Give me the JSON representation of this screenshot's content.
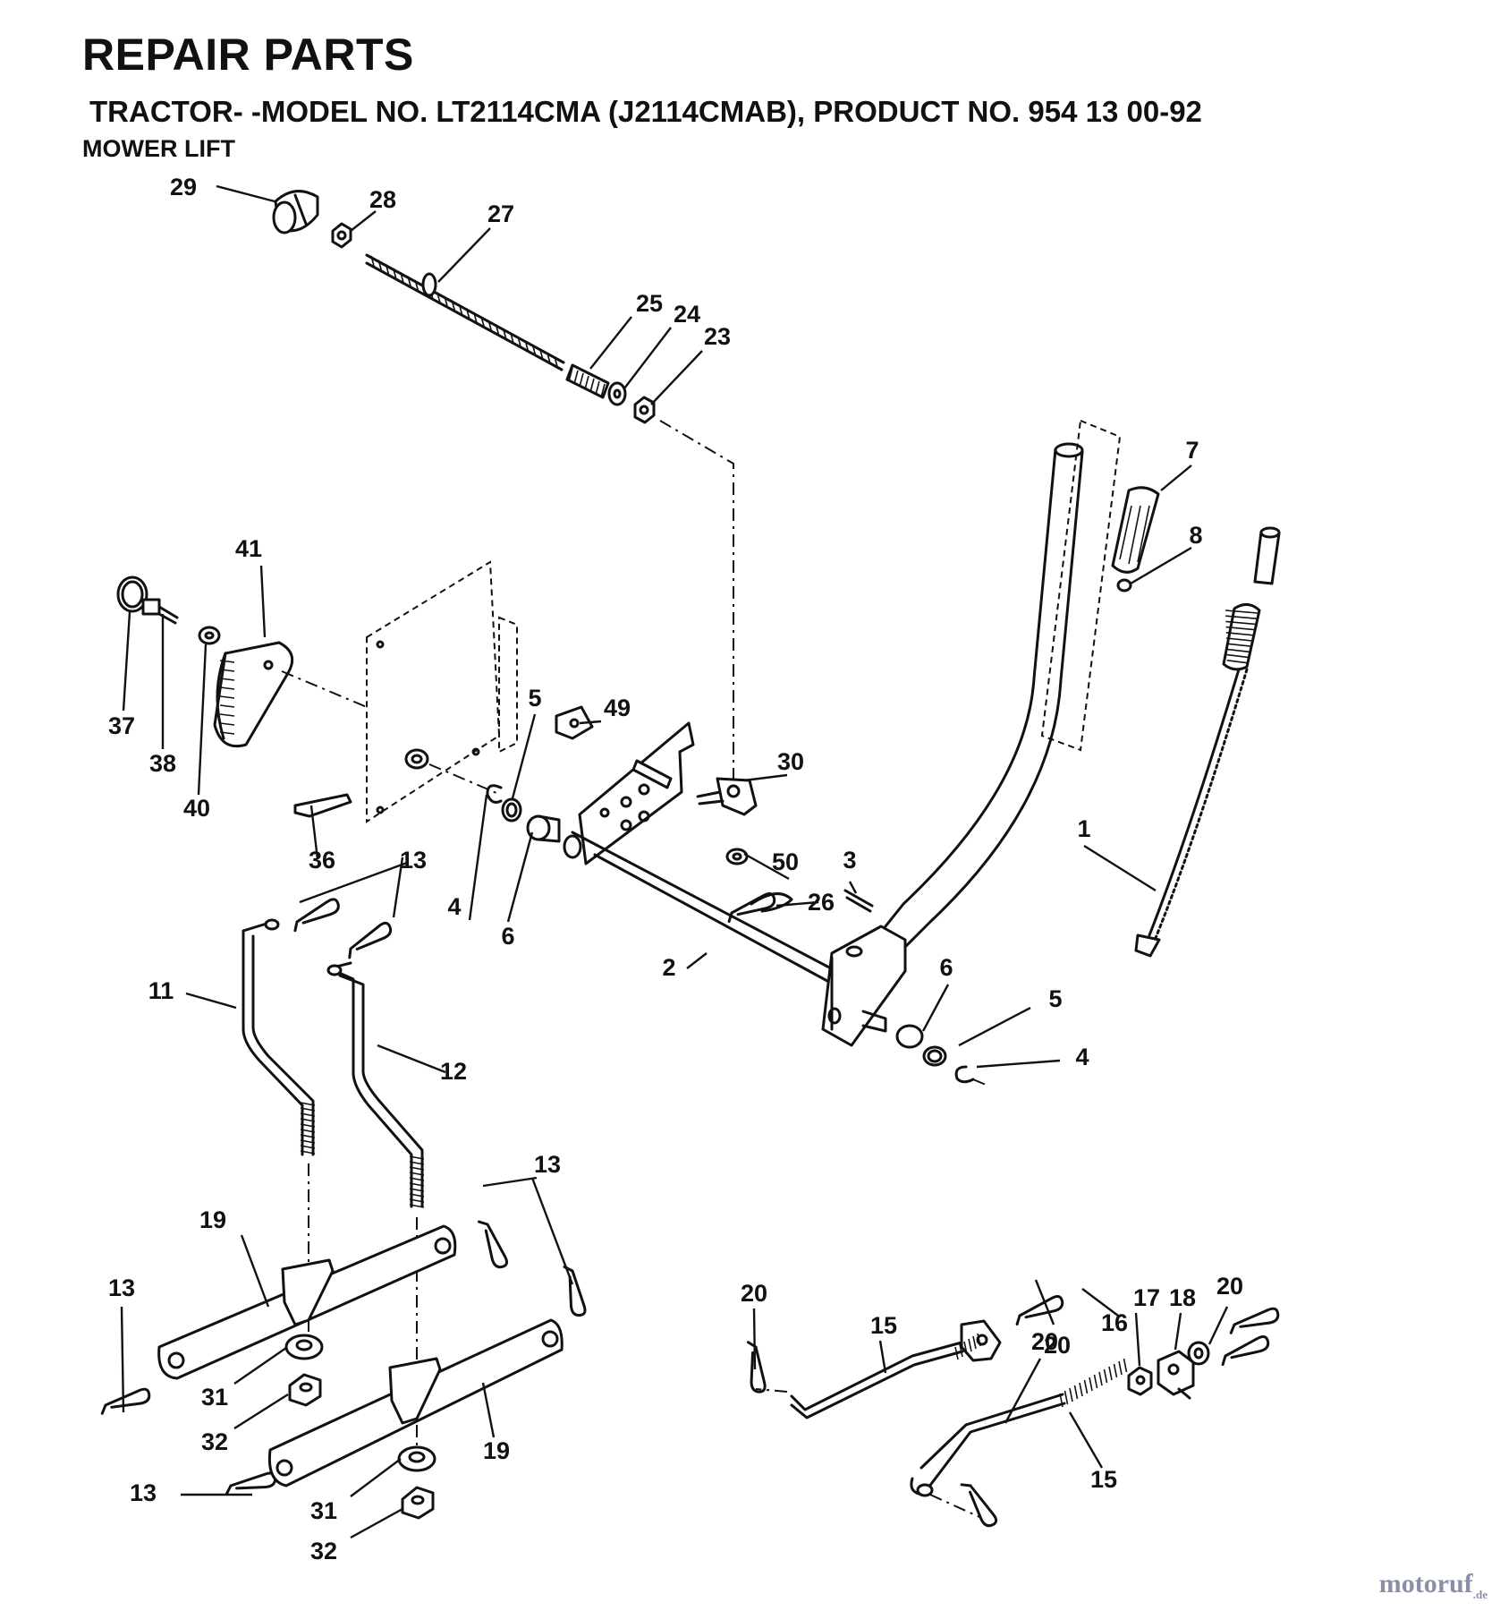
{
  "header": {
    "title": "REPAIR PARTS",
    "subtitle": "TRACTOR- -MODEL NO. LT2114CMA (J2114CMAB), PRODUCT NO. 954 13 00-92",
    "section": "MOWER LIFT"
  },
  "callouts": [
    "29",
    "28",
    "27",
    "25",
    "24",
    "23",
    "7",
    "8",
    "41",
    "37",
    "38",
    "40",
    "5",
    "49",
    "30",
    "1",
    "36",
    "13",
    "4",
    "6",
    "50",
    "3",
    "26",
    "2",
    "11",
    "12",
    "6",
    "5",
    "4",
    "13",
    "19",
    "13",
    "31",
    "32",
    "19",
    "13",
    "31",
    "32",
    "20",
    "15",
    "20",
    "17",
    "18",
    "20",
    "16",
    "20",
    "15"
  ],
  "watermark": {
    "text": "motoruf",
    "suffix": ".de"
  }
}
